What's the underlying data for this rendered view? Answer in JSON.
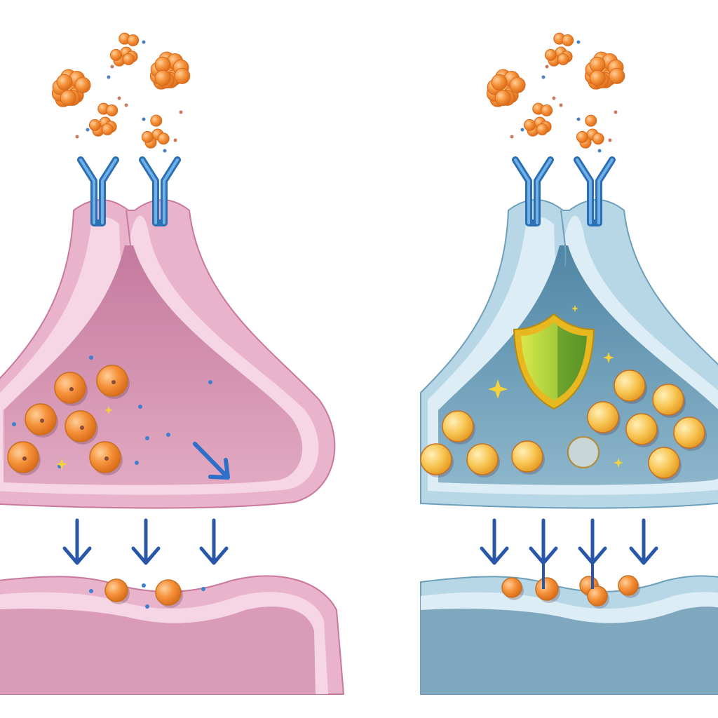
{
  "illustration": {
    "panels": [
      {
        "id": "left",
        "theme": "pink",
        "state": "unprotected synapse"
      },
      {
        "id": "right",
        "theme": "blue",
        "state": "protected synapse"
      }
    ],
    "icons": [
      "receptor-icon",
      "vesicle-icon",
      "shield-icon",
      "down-arrow-icon",
      "sparkle-icon",
      "particle-cluster-icon"
    ],
    "colors": {
      "pink_outer": "#e9b3cc",
      "pink_wall": "#f6d6e4",
      "pink_inner": "#d58fb0",
      "blue_outer": "#b7d6e6",
      "blue_wall": "#dcedf5",
      "blue_inner": "#6f9fb8",
      "receptor": "#3f86c9",
      "orange_vesicle": "#f28a2e",
      "yellow_vesicle": "#f6b93b",
      "arrow": "#2856a8",
      "shield_green": "#9bc53d",
      "shield_gold": "#e8b820"
    }
  }
}
